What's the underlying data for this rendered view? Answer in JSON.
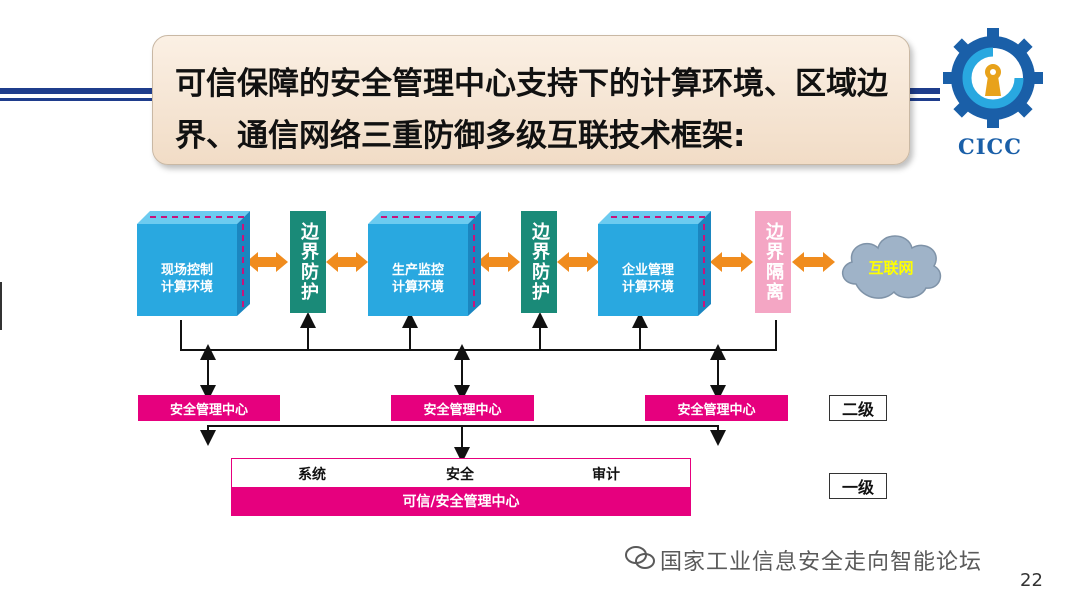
{
  "title": {
    "line1": "可信保障的安全管理中心支持下的计算环境、区域边",
    "line2": "界、通信网络三重防御多级互联技术框架:"
  },
  "logo": {
    "text": "CICC"
  },
  "diagram": {
    "environments": [
      {
        "line1": "现场控制",
        "line2": "计算环境"
      },
      {
        "line1": "生产监控",
        "line2": "计算环境"
      },
      {
        "line1": "企业管理",
        "line2": "计算环境"
      }
    ],
    "boundaries": [
      {
        "label": "边界防护"
      },
      {
        "label": "边界防护"
      },
      {
        "label": "边界隔离"
      }
    ],
    "internet": "互联网",
    "mgmt_centers": [
      "安全管理中心",
      "安全管理中心",
      "安全管理中心"
    ],
    "level2": "二级",
    "level1": "一级",
    "trusted_center": {
      "items": [
        "系统",
        "安全",
        "审计"
      ],
      "label": "可信/安全管理中心"
    }
  },
  "colors": {
    "cube": "#29a8e0",
    "boundary_protect": "#1a8a78",
    "boundary_isolate": "#f4a6c4",
    "mgmt": "#e6007e",
    "arrow": "#f08c1e",
    "internet_text": "#ffff00"
  },
  "footer": {
    "watermark": "国家工业信息安全走向智能论坛",
    "page": "22"
  }
}
